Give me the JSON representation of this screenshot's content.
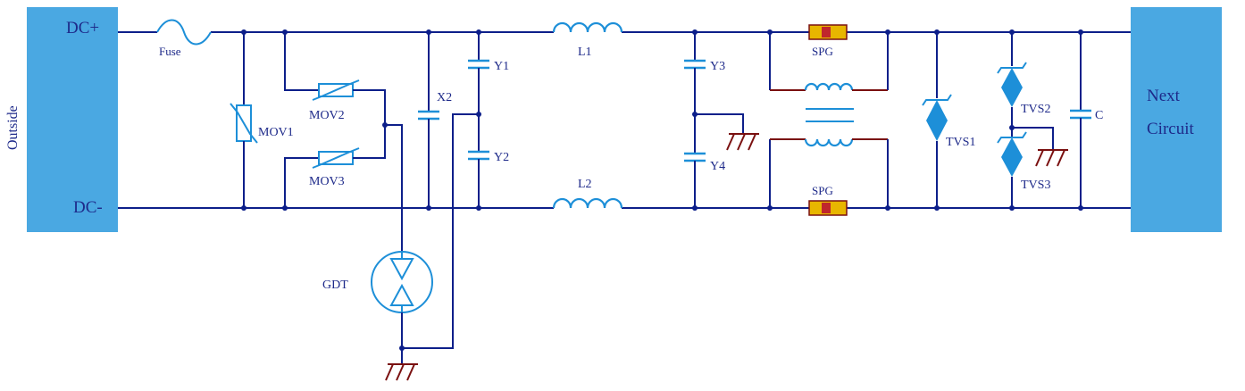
{
  "blocks": {
    "outside_vertical": "Outside",
    "next_line1": "Next",
    "next_line2": "Circuit"
  },
  "rails": {
    "positive": "DC+",
    "negative": "DC-"
  },
  "components": {
    "fuse": "Fuse",
    "mov1": "MOV1",
    "mov2": "MOV2",
    "mov3": "MOV3",
    "gdt": "GDT",
    "x2": "X2",
    "y1": "Y1",
    "y2": "Y2",
    "l1": "L1",
    "l2": "L2",
    "y3": "Y3",
    "y4": "Y4",
    "spg_top": "SPG",
    "spg_bottom": "SPG",
    "tvs1": "TVS1",
    "tvs2": "TVS2",
    "tvs3": "TVS3",
    "c": "C"
  },
  "colors": {
    "block": "#4aa8e2",
    "wire": "#0d1f8a",
    "component": "#1d8fd8",
    "ground": "#7a1010",
    "spg_fill": "#e8b600",
    "spg_accent": "#c0262c"
  }
}
